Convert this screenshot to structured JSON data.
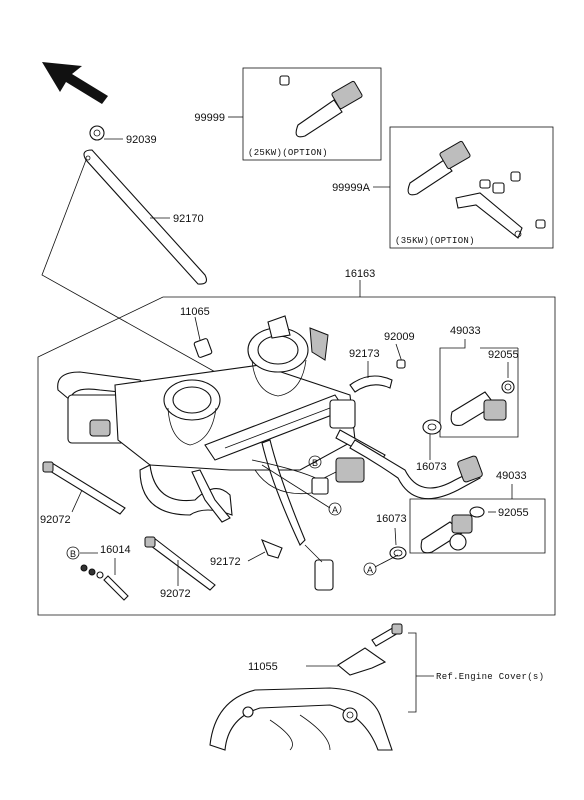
{
  "parts": {
    "p99999": "99999",
    "p99999a": "99999A",
    "p92039": "92039",
    "p92170": "92170",
    "p16163": "16163",
    "p11065": "11065",
    "p92009": "92009",
    "p92173": "92173",
    "p49033a": "49033",
    "p92055a": "92055",
    "p16073a": "16073",
    "p49033b": "49033",
    "p92055b": "92055",
    "p16073b": "16073",
    "p92072a": "92072",
    "p92072b": "92072",
    "p16014": "16014",
    "p92172": "92172",
    "p11055": "11055"
  },
  "options": {
    "kw25": "(25KW)(OPTION)",
    "kw35": "(35KW)(OPTION)"
  },
  "callouts": {
    "a1": "A",
    "a2": "A",
    "b1": "B",
    "b2": "B"
  },
  "ref_text": "Ref.Engine Cover(s)"
}
